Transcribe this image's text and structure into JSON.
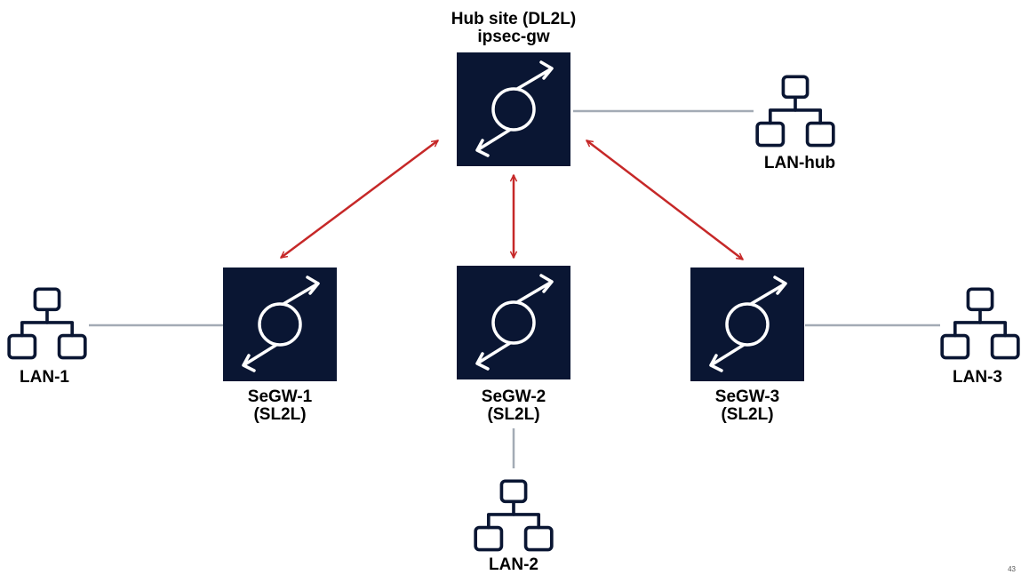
{
  "colors": {
    "node": "#0a1633",
    "tunnel": "#c62828",
    "link": "#a3abb5",
    "lan_icon": "#0a1633"
  },
  "hub": {
    "title": "Hub site (DL2L)",
    "name": "ipsec-gw"
  },
  "gateways": [
    {
      "name": "SeGW-1",
      "mode": "(SL2L)"
    },
    {
      "name": "SeGW-2",
      "mode": "(SL2L)"
    },
    {
      "name": "SeGW-3",
      "mode": "(SL2L)"
    }
  ],
  "lans": {
    "hub": "LAN-hub",
    "lan1": "LAN-1",
    "lan2": "LAN-2",
    "lan3": "LAN-3"
  },
  "icons": {
    "gateway": "ipsec-gateway-icon",
    "lan": "lan-network-icon"
  },
  "page_number": "43"
}
